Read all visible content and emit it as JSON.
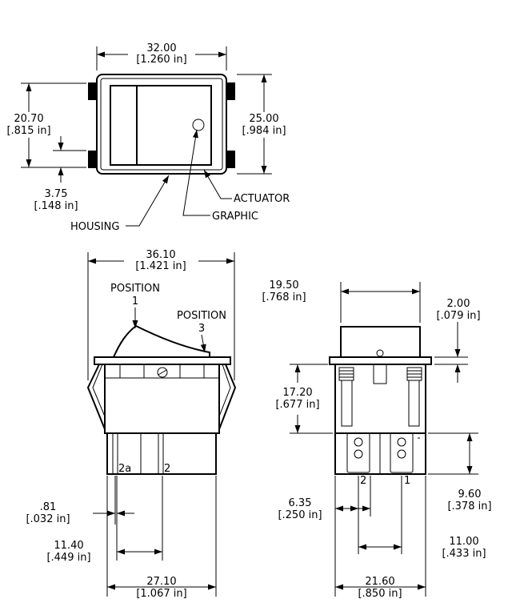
{
  "top_view": {
    "width_mm": "32.00",
    "width_in": "[1.260 in]",
    "height_mm": "25.00",
    "height_in": "[.984 in]",
    "clip_span_mm": "20.70",
    "clip_span_in": "[.815 in]",
    "clip_offset_mm": "3.75",
    "clip_offset_in": "[.148 in]",
    "label_actuator": "ACTUATOR",
    "label_graphic": "GRAPHIC",
    "label_housing": "HOUSING"
  },
  "side_view": {
    "width_mm": "36.10",
    "width_in": "[1.421 in]",
    "position1_word": "POSITION",
    "position1_num": "1",
    "position3_word": "POSITION",
    "position3_num": "3",
    "terminal_2a": "2a",
    "terminal_2": "2",
    "term_thick_mm": ".81",
    "term_thick_in": "[.032 in]",
    "term_spacing_mm": "11.40",
    "term_spacing_in": "[.449 in]",
    "body_width_mm": "27.10",
    "body_width_in": "[1.067 in]"
  },
  "end_view": {
    "width_mm": "19.50",
    "width_in": "[.768 in]",
    "flange_mm": "2.00",
    "flange_in": "[.079 in]",
    "depth_mm": "17.20",
    "depth_in": "[.677 in]",
    "term_len_mm": "9.60",
    "term_len_in": "[.378 in]",
    "term_2": "2",
    "term_1": "1",
    "term_offset_mm": "6.35",
    "term_offset_in": "[.250 in]",
    "term_spacing_mm": "11.00",
    "term_spacing_in": "[.433 in]",
    "body_width_mm": "21.60",
    "body_width_in": "[.850 in]"
  }
}
